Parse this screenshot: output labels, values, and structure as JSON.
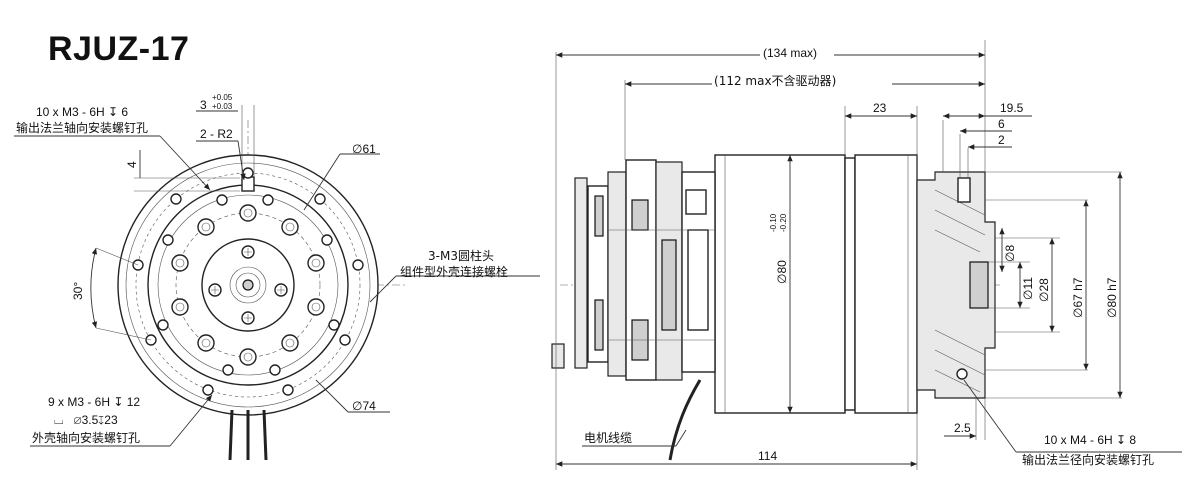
{
  "title": "RJUZ-17",
  "front_view": {
    "callout_output_flange": {
      "spec": "10 x  M3 - 6H ",
      "depth_symbol": "↧",
      "depth": " 6",
      "desc": "输出法兰轴向安装螺钉孔"
    },
    "tol_upper": "+0.05",
    "tol_lower": "+0.03",
    "dim_3": "3",
    "dim_r2": "2 - R2",
    "dim_4": "4",
    "dim_phi61": "61",
    "dim_phi74": "74",
    "angle_30": "30°",
    "callout_bolts": {
      "line1": "3-M3圆柱头",
      "line2": "组件型外壳连接螺栓"
    },
    "callout_shell": {
      "spec": "9 x M3 - 6H ",
      "depth_symbol": "↧",
      "depth": " 12",
      "cbore": "⌴",
      "phi": "∅",
      "cbore_dia": "3.5",
      "cbore_depth": "23",
      "desc": "外壳轴向安装螺钉孔"
    }
  },
  "side_view": {
    "dim_134": "134 max",
    "dim_112": "112  max不含驱动器",
    "dim_23": "23",
    "dim_19_5": "19.5",
    "dim_6": "6",
    "dim_2": "2",
    "dim_80_body": "80",
    "tol_80_upper": "-0.10",
    "tol_80_lower": "-0.20",
    "dim_8": "8",
    "dim_11": "11",
    "dim_28": "28",
    "dim_67": "67 h7",
    "dim_80h7": "80 h7",
    "dim_2_5": "2.5",
    "dim_114": "114",
    "cable_label": "电机线缆",
    "callout_radial": {
      "spec": "10 x  M4 - 6H ",
      "depth_symbol": "↧",
      "depth": " 8",
      "desc": "输出法兰径向安装螺钉孔"
    }
  }
}
